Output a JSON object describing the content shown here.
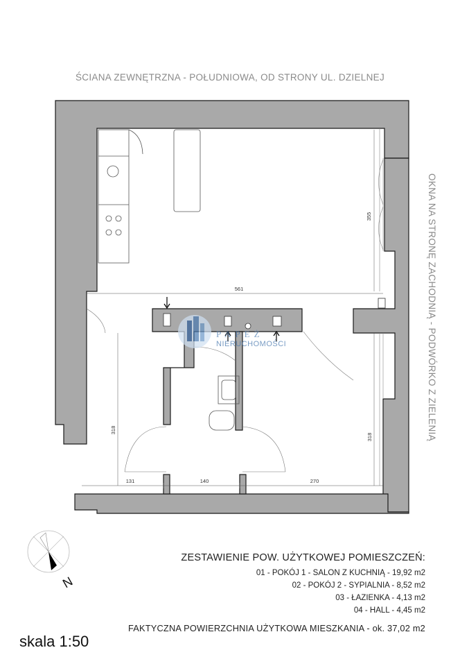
{
  "labels": {
    "south_wall": "ŚCIANA ZEWNĘTRZNA - POŁUDNIOWA, OD STRONY UL. DZIELNEJ",
    "west_windows": "OKNA NA STRONĘ ZACHODNIĄ - PODWÓRKO Z ZIELENIĄ"
  },
  "dimensions": {
    "width_561": "561",
    "height_355": "355",
    "height_318_left": "318",
    "height_318_right": "318",
    "bottom_131": "131",
    "bottom_140": "140",
    "bottom_270": "270"
  },
  "watermark": {
    "logo_text": "PAPEŻ",
    "subtitle": "NIERUCHOMOŚCI"
  },
  "compass": {
    "north_letter": "N"
  },
  "summary": {
    "title": "ZESTAWIENIE POW. UŻYTKOWEJ POMIESZCZEŃ:",
    "rooms": [
      {
        "text": "01 - POKÓJ 1 - SALON Z KUCHNIĄ - 19,92 m2"
      },
      {
        "text": "02 - POKÓJ 2 - SYPIALNIA - 8,52 m2"
      },
      {
        "text": "03 - ŁAZIENKA - 4,13 m2"
      },
      {
        "text": "04 - HALL - 4,45 m2"
      }
    ],
    "total": "FAKTYCZNA POWIERZCHNIA UŻYTKOWA MIESZKANIA  - ok. 37,02 m2"
  },
  "scale": "skala 1:50",
  "colors": {
    "wall_fill": "#a9a9a9",
    "wall_stroke": "#1a1a1a",
    "watermark": "#4a7ab0"
  }
}
